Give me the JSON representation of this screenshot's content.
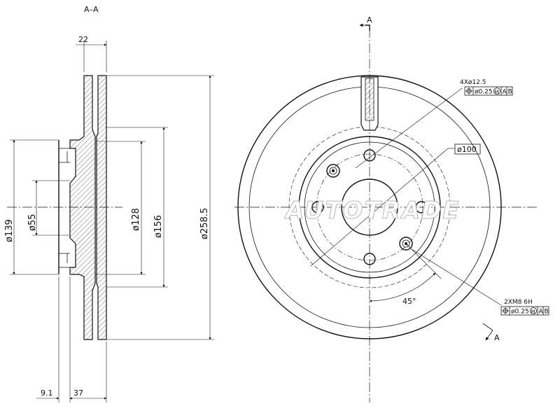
{
  "section": {
    "label": "A–A"
  },
  "dimensions": {
    "flange_width": "22",
    "d139": "ø139",
    "d55": "ø55",
    "d128": "ø128",
    "d156": "ø156",
    "d258": "ø258.5",
    "offset_a": "9.1",
    "offset_b": "37",
    "pcd": "ø100",
    "angle": "45°"
  },
  "callouts": {
    "bolt_holes": "4Xø12.5",
    "threaded_holes": "2XM8  6H",
    "tolerance_value": "ø0.25",
    "modifier": "M",
    "datum_a": "A",
    "datum_b": "B"
  },
  "view_arrows": {
    "top": "A",
    "bottom": "A"
  },
  "watermark": "AUTOTRADE"
}
